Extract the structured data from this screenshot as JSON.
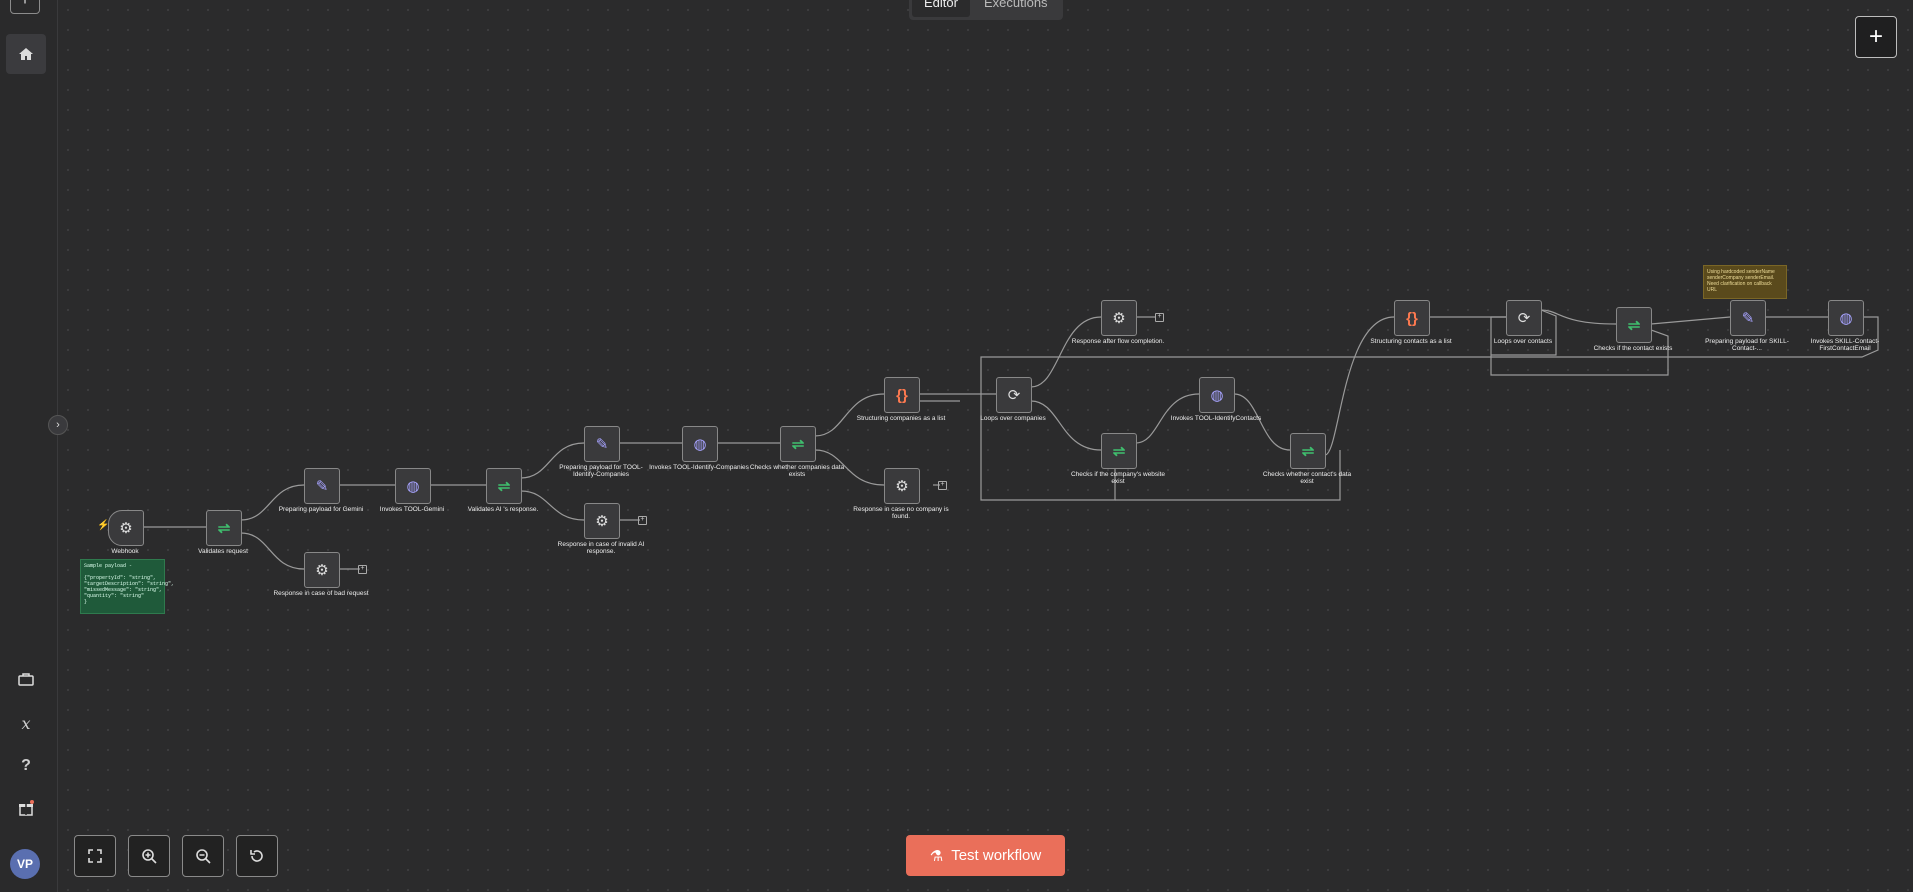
{
  "tabs": {
    "editor": "Editor",
    "executions": "Executions"
  },
  "sidebar": {
    "avatar_initials": "VP"
  },
  "test_button": {
    "label": "Test workflow"
  },
  "notes": {
    "sample_payload": "Sample payload -\n\n{\"propertyId\": \"string\",\n\"targetDescription\": \"string\",\n\"missedMessage\": \"string\",\n\"quantity\": \"string\"\n}",
    "hardcoded": "Using hardcoded senderName senderCompany senderEmail. Need clarification on callback URL"
  },
  "nodes": [
    {
      "id": "webhook",
      "label": "Webhook",
      "icon": "webhook-icon"
    },
    {
      "id": "validates-request",
      "label": "Validates request",
      "icon": "if-icon"
    },
    {
      "id": "payload-gemini",
      "label": "Preparing payload for Gemini",
      "icon": "pencil-icon"
    },
    {
      "id": "bad-request",
      "label": "Response in case of bad request",
      "icon": "webhook-icon"
    },
    {
      "id": "invokes-gemini",
      "label": "Invokes TOOL-Gemini",
      "icon": "globe-icon"
    },
    {
      "id": "validates-ai",
      "label": "Validates AI 's response.",
      "icon": "if-icon"
    },
    {
      "id": "payload-identify",
      "label": "Preparing payload for TOOL-Identify-Companies",
      "icon": "pencil-icon"
    },
    {
      "id": "invalid-ai",
      "label": "Response in case of invalid AI response.",
      "icon": "webhook-icon"
    },
    {
      "id": "invokes-identify",
      "label": "Invokes TOOL-Identify-Companies",
      "icon": "globe-icon"
    },
    {
      "id": "checks-companies",
      "label": "Checks whether companies data exists",
      "icon": "if-icon"
    },
    {
      "id": "structuring-companies",
      "label": "Structuring companies as a list",
      "icon": "code-icon"
    },
    {
      "id": "no-company",
      "label": "Response in case no company is found.",
      "icon": "webhook-icon"
    },
    {
      "id": "loops-companies",
      "label": "Loops over companies",
      "icon": "loop-icon"
    },
    {
      "id": "after-completion",
      "label": "Response after flow completion.",
      "icon": "webhook-icon"
    },
    {
      "id": "checks-website",
      "label": "Checks if the company's website exist",
      "icon": "if-icon"
    },
    {
      "id": "invokes-contacts",
      "label": "Invokes TOOL-IdentifyContacts",
      "icon": "globe-icon"
    },
    {
      "id": "checks-contacts",
      "label": "Checks whether contact's data exist",
      "icon": "if-icon"
    },
    {
      "id": "structuring-contacts",
      "label": "Structuring contacts as a list",
      "icon": "code-icon"
    },
    {
      "id": "loops-contacts",
      "label": "Loops over contacts",
      "icon": "loop-icon"
    },
    {
      "id": "checks-contact-exists",
      "label": "Checks if the contact exists",
      "icon": "if-icon"
    },
    {
      "id": "payload-skill",
      "label": "Preparing payload for SKILL-Contact-...",
      "icon": "pencil-icon"
    },
    {
      "id": "invokes-skill",
      "label": "Invokes SKILL-Contact-FirstContactEmail",
      "icon": "globe-icon"
    }
  ]
}
